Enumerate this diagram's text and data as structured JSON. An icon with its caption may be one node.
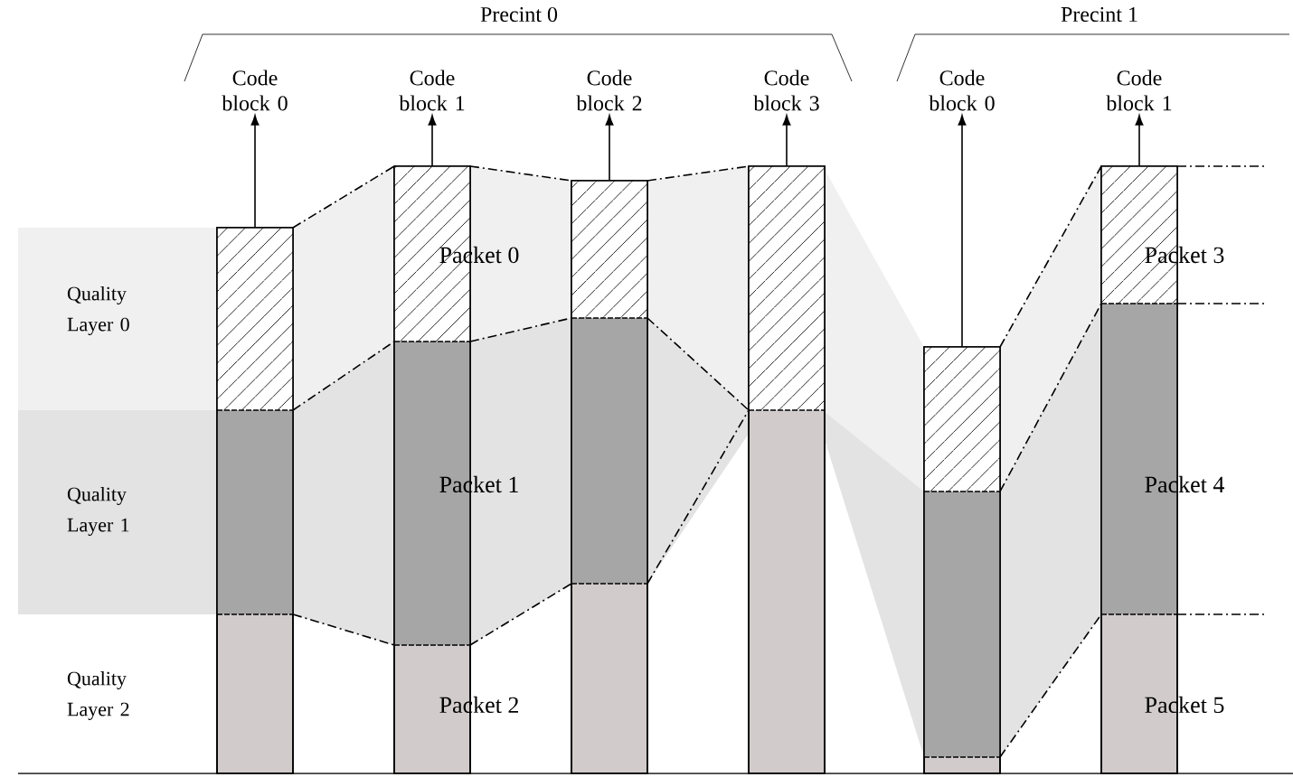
{
  "diagram": {
    "nodes": [
      {
        "text": [
          "Code block 0"
        ]
      },
      {
        "text": [
          "Code block 1"
        ]
      },
      {
        "text": [
          "Code block 2"
        ]
      },
      {
        "text": [
          "Code block 3"
        ]
      },
      {
        "text": [
          "Code block 0"
        ]
      },
      {
        "text": [
          "Code block 1"
        ]
      },
      {
        "text": [],
        "shape": "bar"
      },
      {
        "text": [],
        "shape": "bar"
      },
      {
        "text": [],
        "shape": "bar"
      },
      {
        "text": [],
        "shape": "bar"
      },
      {
        "text": [],
        "shape": "bar"
      },
      {
        "text": [],
        "shape": "bar"
      }
    ],
    "edges": [
      {
        "from": 6,
        "to": 0,
        "arrow": "to"
      },
      {
        "from": 7,
        "to": 1,
        "arrow": "to"
      },
      {
        "from": 8,
        "to": 2,
        "arrow": "to"
      },
      {
        "from": 9,
        "to": 3,
        "arrow": "to"
      },
      {
        "from": 10,
        "to": 4,
        "arrow": "to"
      },
      {
        "from": 11,
        "to": 5,
        "arrow": "to"
      }
    ],
    "labels": [
      "Precint 0",
      "Precint 1",
      "Packet 0",
      "Packet 3",
      "Quality Layer 0",
      "Quality Layer 1",
      "Packet 1",
      "Packet 4",
      "Quality Layer 2",
      "Packet 2",
      "Packet 5"
    ]
  }
}
